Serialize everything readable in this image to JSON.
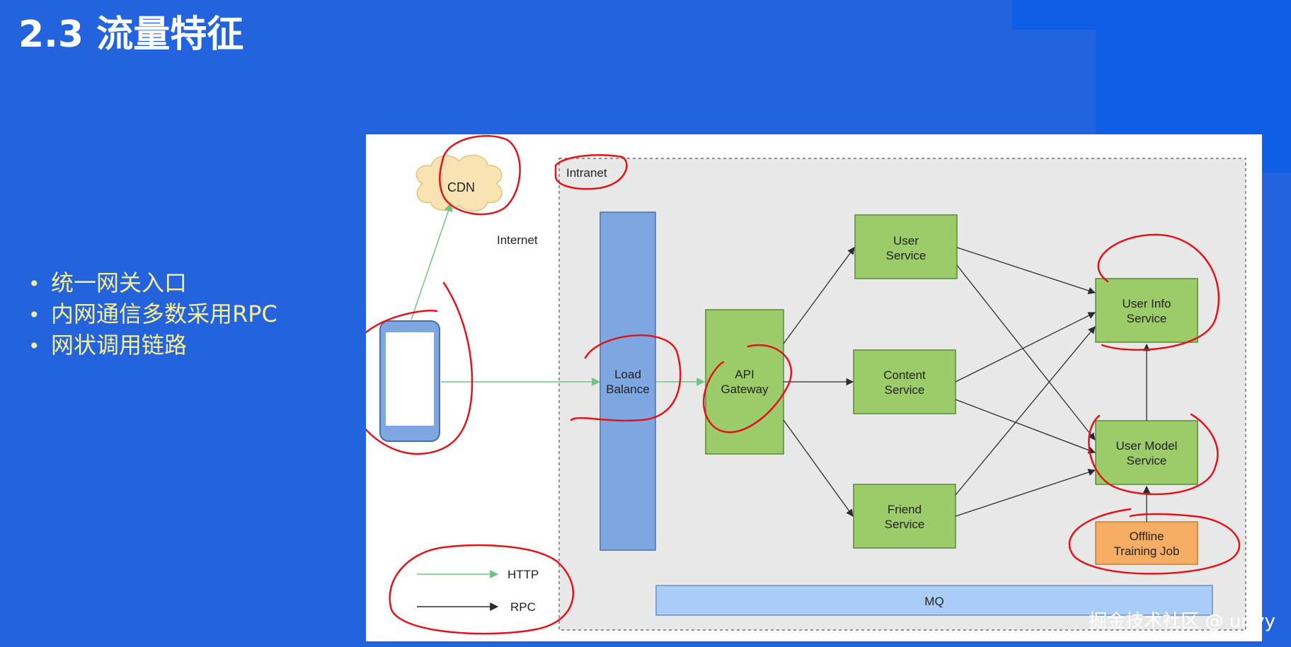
{
  "slide": {
    "title": "2.3 流量特征",
    "bullets": [
      "统一网关入口",
      "内网通信多数采用RPC",
      "网状调用链路"
    ],
    "watermark": "掘金技术社区 @ urlyy"
  },
  "diagram": {
    "cdn": "CDN",
    "internet": "Internet",
    "intranet": "Intranet",
    "load_balance": [
      "Load",
      "Balance"
    ],
    "api_gateway": [
      "API",
      "Gateway"
    ],
    "user_service": [
      "User",
      "Service"
    ],
    "content_service": [
      "Content",
      "Service"
    ],
    "friend_service": [
      "Friend",
      "Service"
    ],
    "user_info_service": [
      "User Info",
      "Service"
    ],
    "user_model_service": [
      "User Model",
      "Service"
    ],
    "offline_training_job": [
      "Offline",
      "Training Job"
    ],
    "mq": "MQ",
    "legend": {
      "http": "HTTP",
      "rpc": "RPC"
    }
  },
  "colors": {
    "background": "#2463de",
    "bullet_text": "#f7ef8f",
    "service_fill": "#9ccb6a",
    "service_stroke": "#5a8a3a",
    "load_balance_fill": "#7ea6e0",
    "offline_fill": "#f6ad64",
    "mq_fill": "#a9cdf6",
    "http_arrow": "#72c383",
    "rpc_arrow": "#2b2b2b",
    "annotation": "#e0141a"
  }
}
